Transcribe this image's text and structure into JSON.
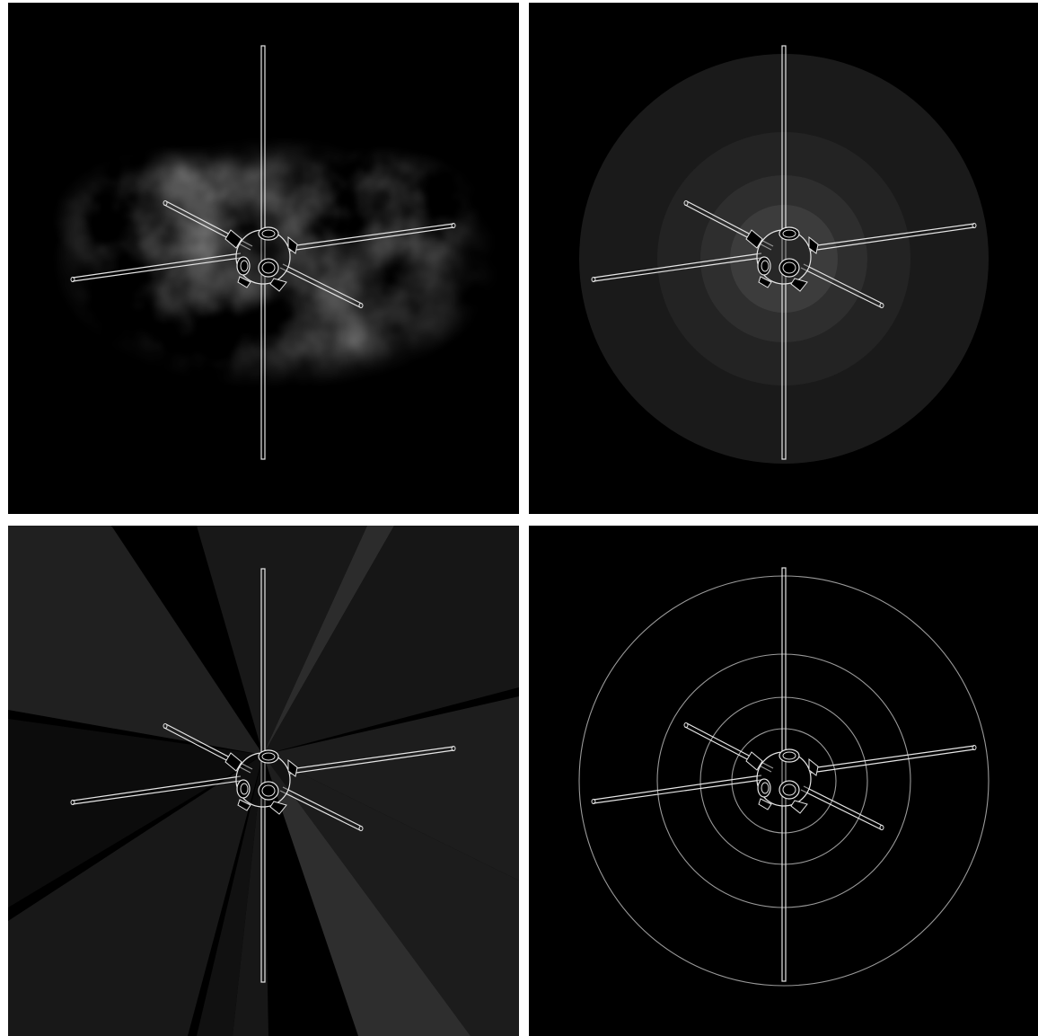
{
  "panels": [
    {
      "id": "panel-tl",
      "visualization": "volumetric-cloud"
    },
    {
      "id": "panel-tr",
      "visualization": "concentric-filled-spheres"
    },
    {
      "id": "panel-bl",
      "visualization": "directional-light-cones"
    },
    {
      "id": "panel-br",
      "visualization": "concentric-ring-outlines"
    }
  ],
  "colors": {
    "background": "#000000",
    "divider": "#ffffff",
    "wireframe": "#e6e6e6",
    "ring": "#9a9a9a"
  },
  "icons": [
    "satellite-wireframe-icon"
  ]
}
